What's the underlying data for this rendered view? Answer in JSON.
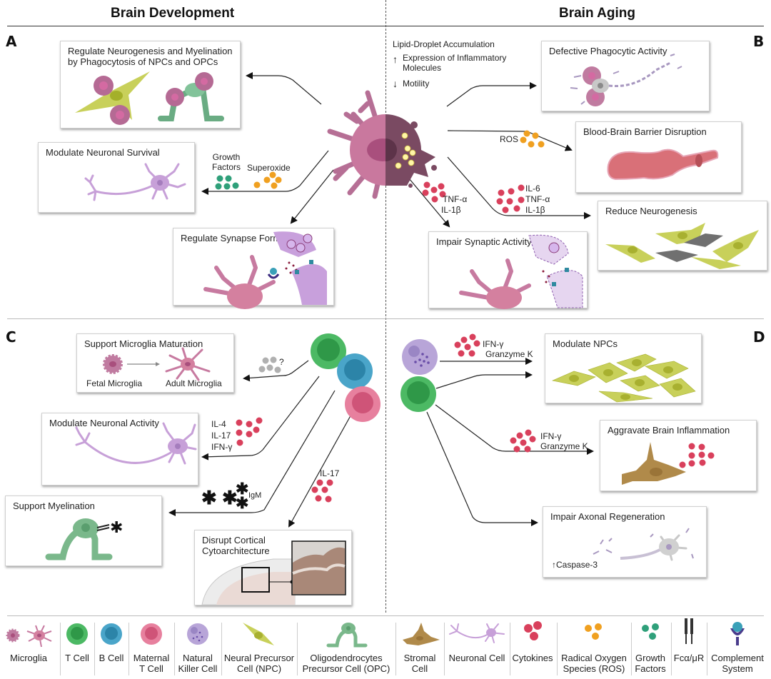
{
  "headers": {
    "left": "Brain Development",
    "right": "Brain Aging"
  },
  "panels": {
    "a": "A",
    "b": "B",
    "c": "C",
    "d": "D"
  },
  "colors": {
    "microglia": "#c07ba0",
    "aged_microglia": "#7a4a62",
    "t_cell": "#4cb964",
    "b_cell": "#4aa5c9",
    "maternal_t_cell": "#e7809e",
    "nk_cell": "#b8a5d8",
    "npc": "#c7cf5a",
    "opc": "#7ab88b",
    "stromal": "#b08a4a",
    "neuron": "#c7a0d8",
    "cytokine": "#d9405c",
    "ros": "#f0a020",
    "growth_factor": "#2fa07a",
    "vessel": "#d97078"
  },
  "panel_a": {
    "boxes": {
      "phagocytosis": "Regulate Neurogenesis and Myelination by Phagocytosis of NPCs and OPCs",
      "survival": "Modulate Neuronal Survival",
      "synapse": "Regulate Synapse Formation"
    },
    "labels": {
      "growth_factors": "Growth Factors",
      "superoxide": "Superoxide"
    }
  },
  "panel_b": {
    "aging_traits": {
      "lipid": "Lipid-Droplet Accumulation",
      "inflam_arrow": "↑",
      "inflam": "Expression of Inflammatory Molecules",
      "motility_arrow": "↓",
      "motility": "Motility"
    },
    "boxes": {
      "phagocytic": "Defective Phagocytic Activity",
      "bbb": "Blood-Brain Barrier Disruption",
      "neurogenesis": "Reduce Neurogenesis",
      "synaptic": "Impair Synaptic Activity"
    },
    "labels": {
      "ros": "ROS",
      "il6": "IL-6",
      "tnf1": "TNF-α",
      "il1b1": "IL-1β",
      "tnf2": "TNF-α",
      "il1b2": "IL-1β"
    }
  },
  "panel_c": {
    "boxes": {
      "maturation": "Support Microglia Maturation",
      "activity": "Modulate Neuronal Activity",
      "myelination": "Support Myelination",
      "cortical": "Disrupt Cortical Cytoarchitecture"
    },
    "labels": {
      "fetal": "Fetal Microglia",
      "adult": "Adult Microglia",
      "unknown": "?",
      "il4": "IL-4",
      "il17a": "IL-17",
      "ifng": "IFN-γ",
      "igm": "IgM",
      "il17b": "IL-17"
    }
  },
  "panel_d": {
    "boxes": {
      "npcs": "Modulate NPCs",
      "inflammation": "Aggravate Brain Inflammation",
      "axonal": "Impair Axonal Regeneration"
    },
    "labels": {
      "ifng1": "IFN-γ",
      "granzyme1": "Granzyme K",
      "ifng2": "IFN-γ",
      "granzyme2": "Granzyme K",
      "caspase": "↑Caspase-3"
    }
  },
  "legend": [
    {
      "label": "Microglia"
    },
    {
      "label": "T Cell"
    },
    {
      "label": "B Cell"
    },
    {
      "label": "Maternal T Cell"
    },
    {
      "label": "Natural Killer Cell"
    },
    {
      "label": "Neural Precursor Cell (NPC)"
    },
    {
      "label": "Oligodendrocytes Precursor Cell (OPC)"
    },
    {
      "label": "Stromal Cell"
    },
    {
      "label": "Neuronal Cell"
    },
    {
      "label": "Cytokines"
    },
    {
      "label": "Radical Oxygen Species (ROS)"
    },
    {
      "label": "Growth Factors"
    },
    {
      "label": "Fcα/μR"
    },
    {
      "label": "Complement System"
    }
  ]
}
